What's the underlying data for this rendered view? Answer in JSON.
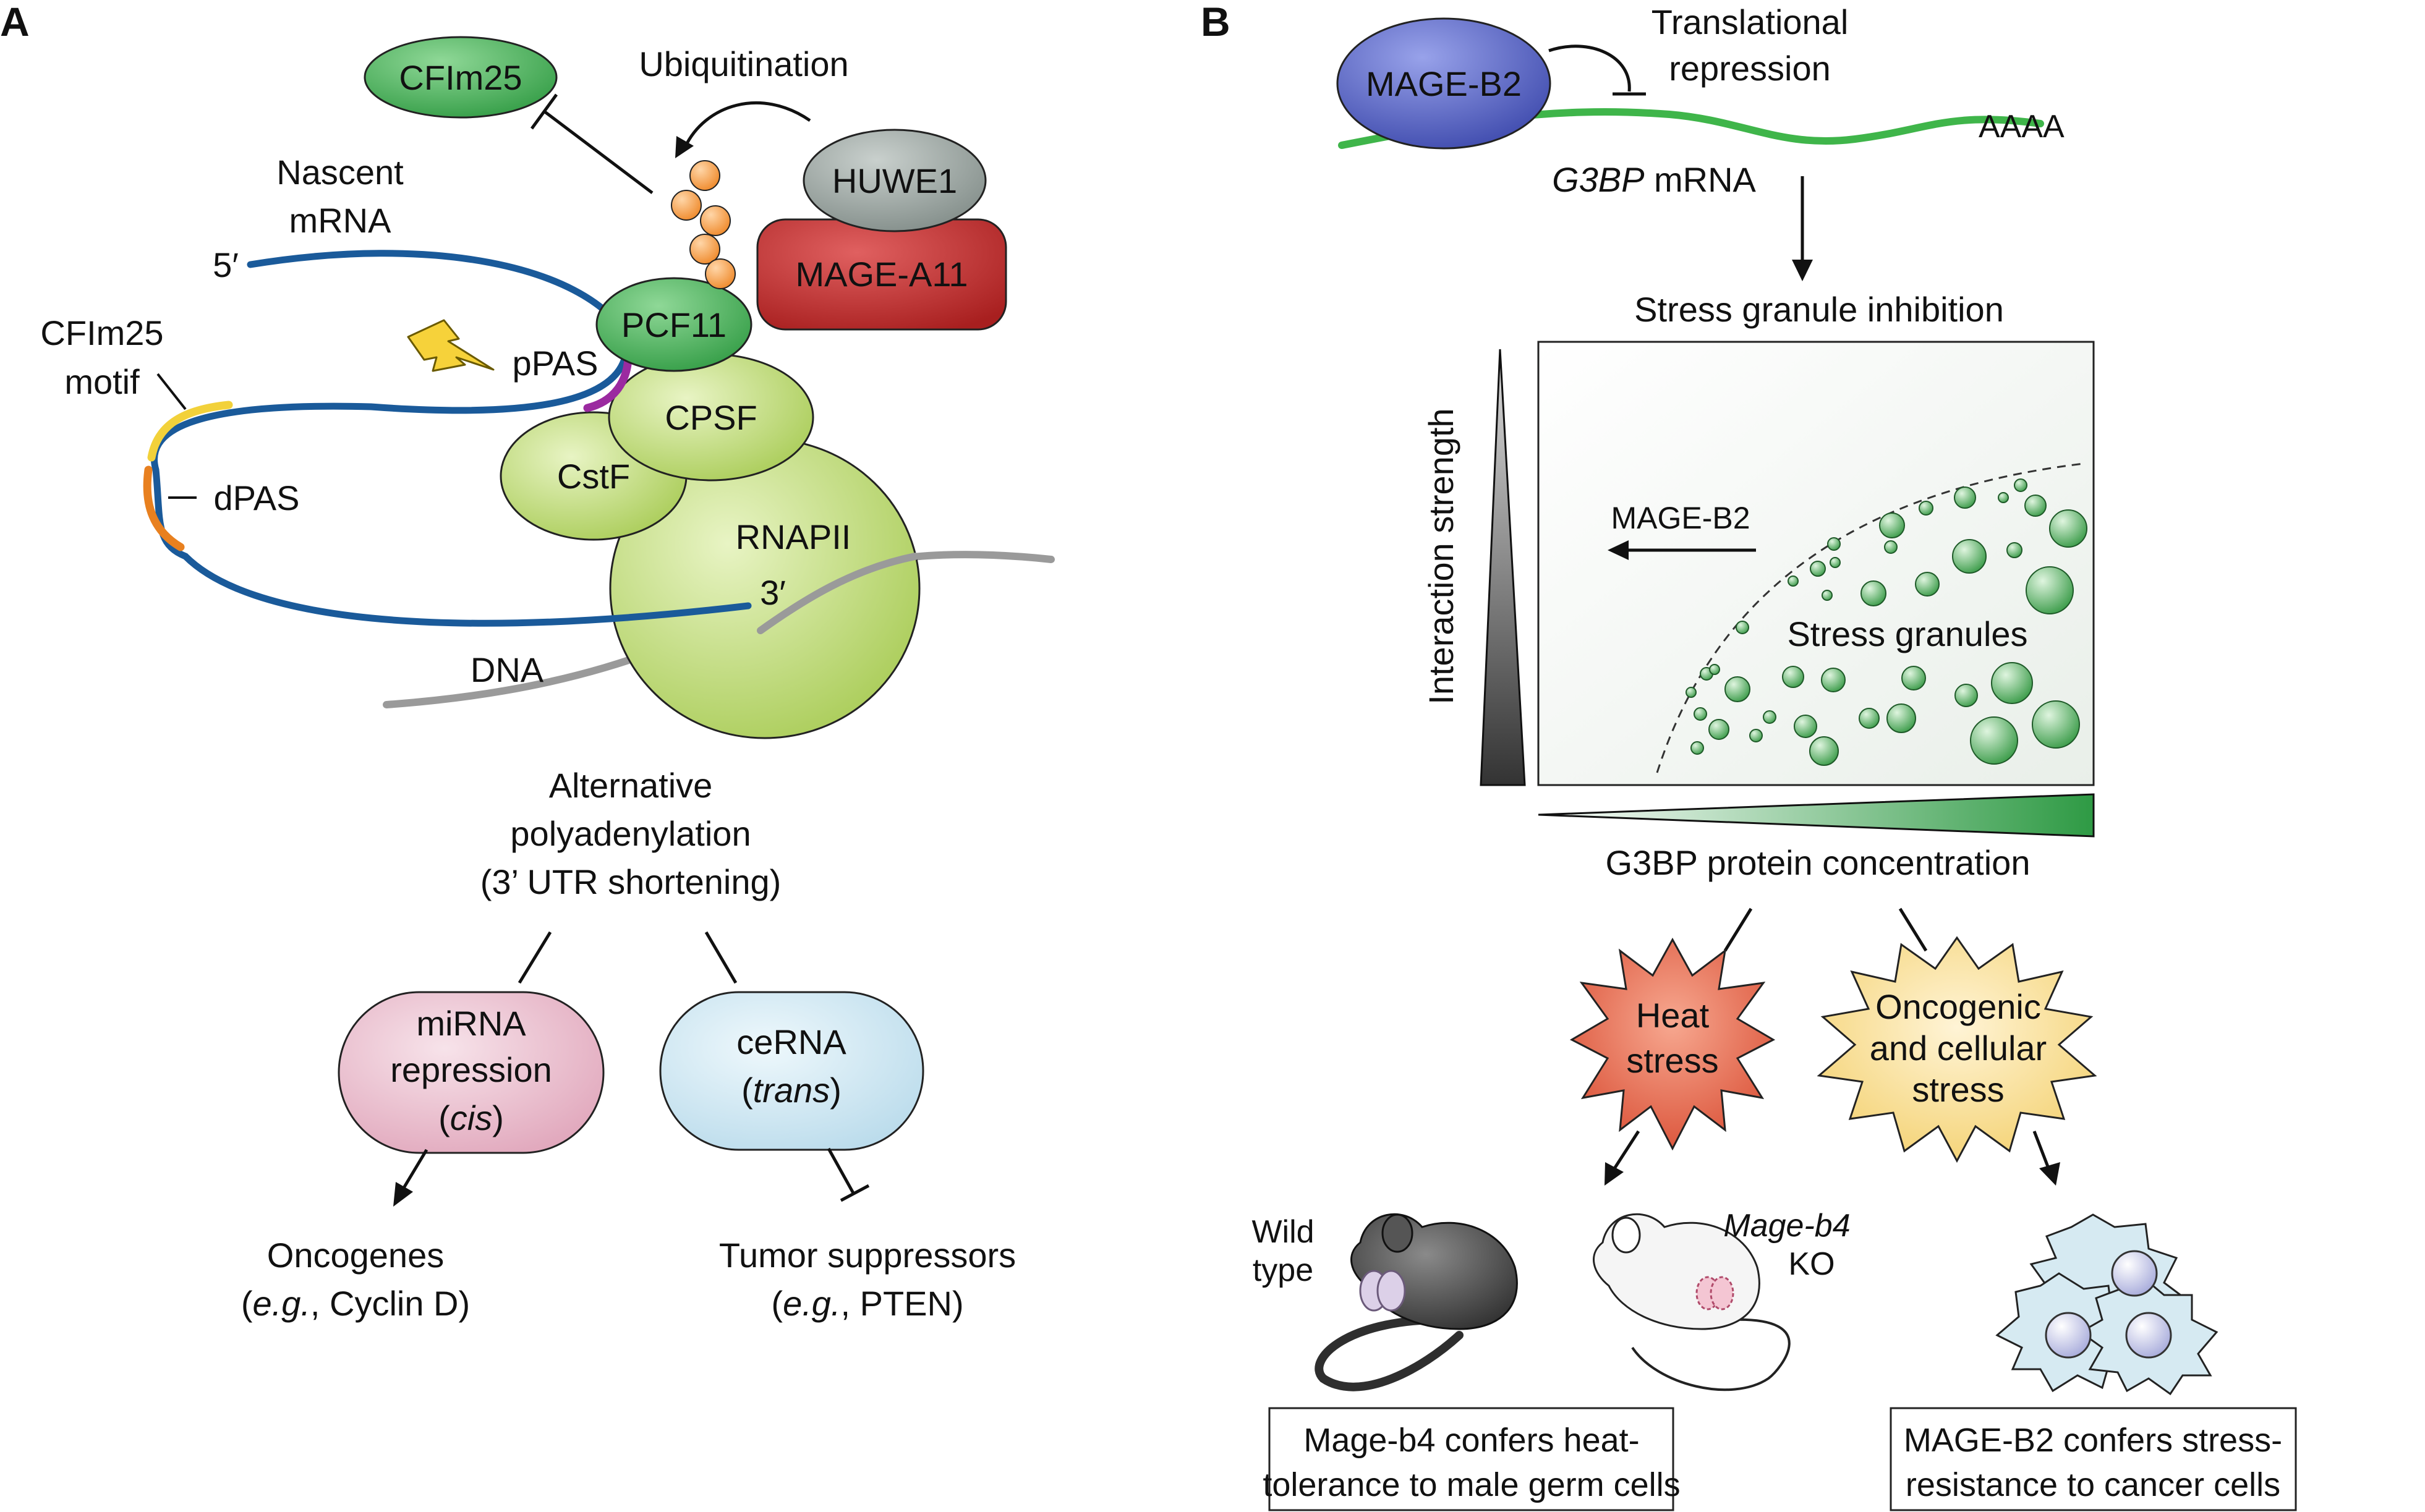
{
  "panels": {
    "a": "A",
    "b": "B"
  },
  "panel_a": {
    "proteins": {
      "cfim25": "CFIm25",
      "huwe1": "HUWE1",
      "mage_a11": "MAGE-A11",
      "pcf11": "PCF11",
      "cpsf": "CPSF",
      "cstf": "CstF",
      "rnapii": "RNAPII"
    },
    "labels": {
      "ubiquitination": "Ubiquitination",
      "nascent_line1": "Nascent",
      "nascent_line2": "mRNA",
      "five_prime": "5′",
      "three_prime": "3′",
      "cfim25_motif_line1": "CFIm25",
      "cfim25_motif_line2": "motif",
      "ppas": "pPAS",
      "dpas": "dPAS",
      "dna": "DNA"
    },
    "apa": {
      "line1": "Alternative",
      "line2": "polyadenylation",
      "line3": "(3’ UTR shortening)"
    },
    "mirna": {
      "line1": "miRNA",
      "line2": "repression",
      "line3_open": "(",
      "line3_ital": "cis",
      "line3_close": ")"
    },
    "cerna": {
      "line1": "ceRNA",
      "line2_open": "(",
      "line2_ital": "trans",
      "line2_close": ")"
    },
    "oncogenes": {
      "line1": "Oncogenes",
      "line2_open": "(",
      "line2_ital": "e.g.",
      "line2_rest": ", Cyclin D)"
    },
    "suppressors": {
      "line1": "Tumor suppressors",
      "line2_open": "(",
      "line2_ital": "e.g.",
      "line2_rest": ", PTEN)"
    }
  },
  "panel_b": {
    "mage_b2": "MAGE-B2",
    "translational_line1": "Translational",
    "translational_line2": "repression",
    "aaaa": "AAAA",
    "g3bp_ital": "G3BP",
    "g3bp_rest": " mRNA",
    "sg_inhibition": "Stress granule inhibition",
    "interaction_strength": "Interaction strength",
    "arrow_label": "MAGE-B2",
    "stress_granules": "Stress granules",
    "g3bp_concentration": "G3BP protein concentration",
    "heat_line1": "Heat",
    "heat_line2": "stress",
    "onco_line1": "Oncogenic",
    "onco_line2": "and cellular",
    "onco_line3": "stress",
    "wild_line1": "Wild",
    "wild_line2": "type",
    "ko_ital": "Mage-b4",
    "ko_line2": "KO",
    "box1_line1": "Mage-b4 confers heat-",
    "box1_line2": "tolerance to male germ cells",
    "box2_line1": "MAGE-B2 confers stress-",
    "box2_line2": "resistance to cancer cells"
  },
  "colors": {
    "mrna_blue": "#1a5a9a",
    "ppas_purple": "#9b2aa0",
    "motif_yellow": "#f2d13a",
    "dpas_orange": "#e8801f",
    "dna_gray": "#9a9a9a",
    "light_green": "#b9d56a",
    "dark_green": "#3aa64a",
    "mage_red": "#c62d2d",
    "huwe1_gray": "#8f9a96",
    "mirna_pink": "#e6b3c6",
    "cerna_blue": "#c4e1ee",
    "mage_b2_blue": "#4a55b8",
    "heat_red": "#df4f35",
    "onco_yellow": "#f6d77a"
  },
  "icons": [
    "lightning-icon",
    "ubiquitin-chain-icon",
    "mouse-icon",
    "cancer-cell-icon"
  ]
}
